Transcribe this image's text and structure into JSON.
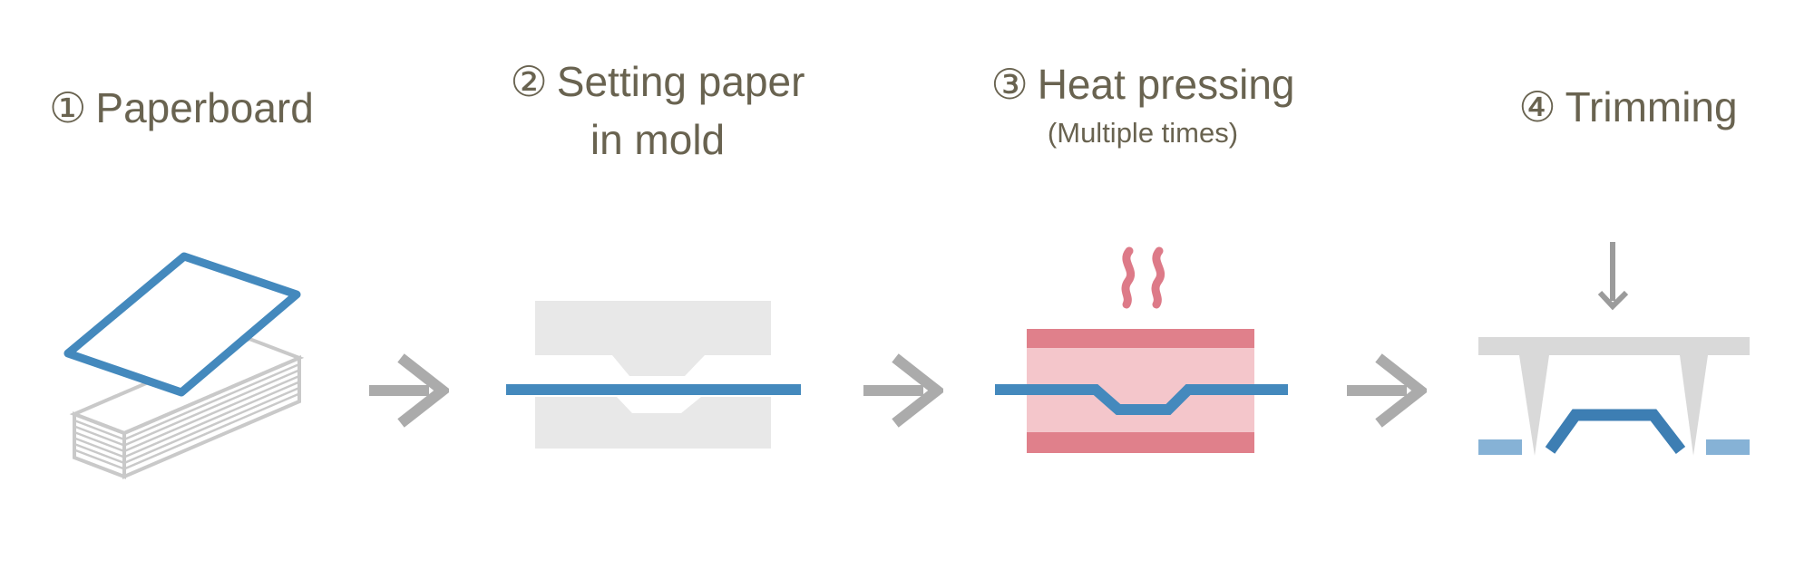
{
  "steps": [
    {
      "number": "①",
      "title": "Paperboard",
      "icon": "paperboard-stack-icon"
    },
    {
      "number": "②",
      "title": "Setting paper",
      "title_line2": "in mold",
      "icon": "mold-icon"
    },
    {
      "number": "③",
      "title": "Heat pressing",
      "subtitle": "(Multiple times)",
      "icon": "heat-press-icon"
    },
    {
      "number": "④",
      "title": "Trimming",
      "icon": "trimming-icon"
    }
  ],
  "icons": {
    "flow_arrow": "→",
    "press_down_arrow": "↓",
    "heat_steam": "〜"
  },
  "colors": {
    "background": "#FFFFFF",
    "text": "#696350",
    "paper_blue": "#4489BD",
    "formed_blue": "#3D7EB3",
    "trim_light_blue": "#86B2D6",
    "mold_gray": "#E8E8E8",
    "plate_gray": "#D9D9D9",
    "stack_gray": "#C9C9C9",
    "arrow_gray": "#ABABAB",
    "down_arrow_gray": "#9B9B9B",
    "press_pink": "#E0808B",
    "press_pink_light": "#F4C6CB",
    "steam_pink": "#DD7A88"
  }
}
